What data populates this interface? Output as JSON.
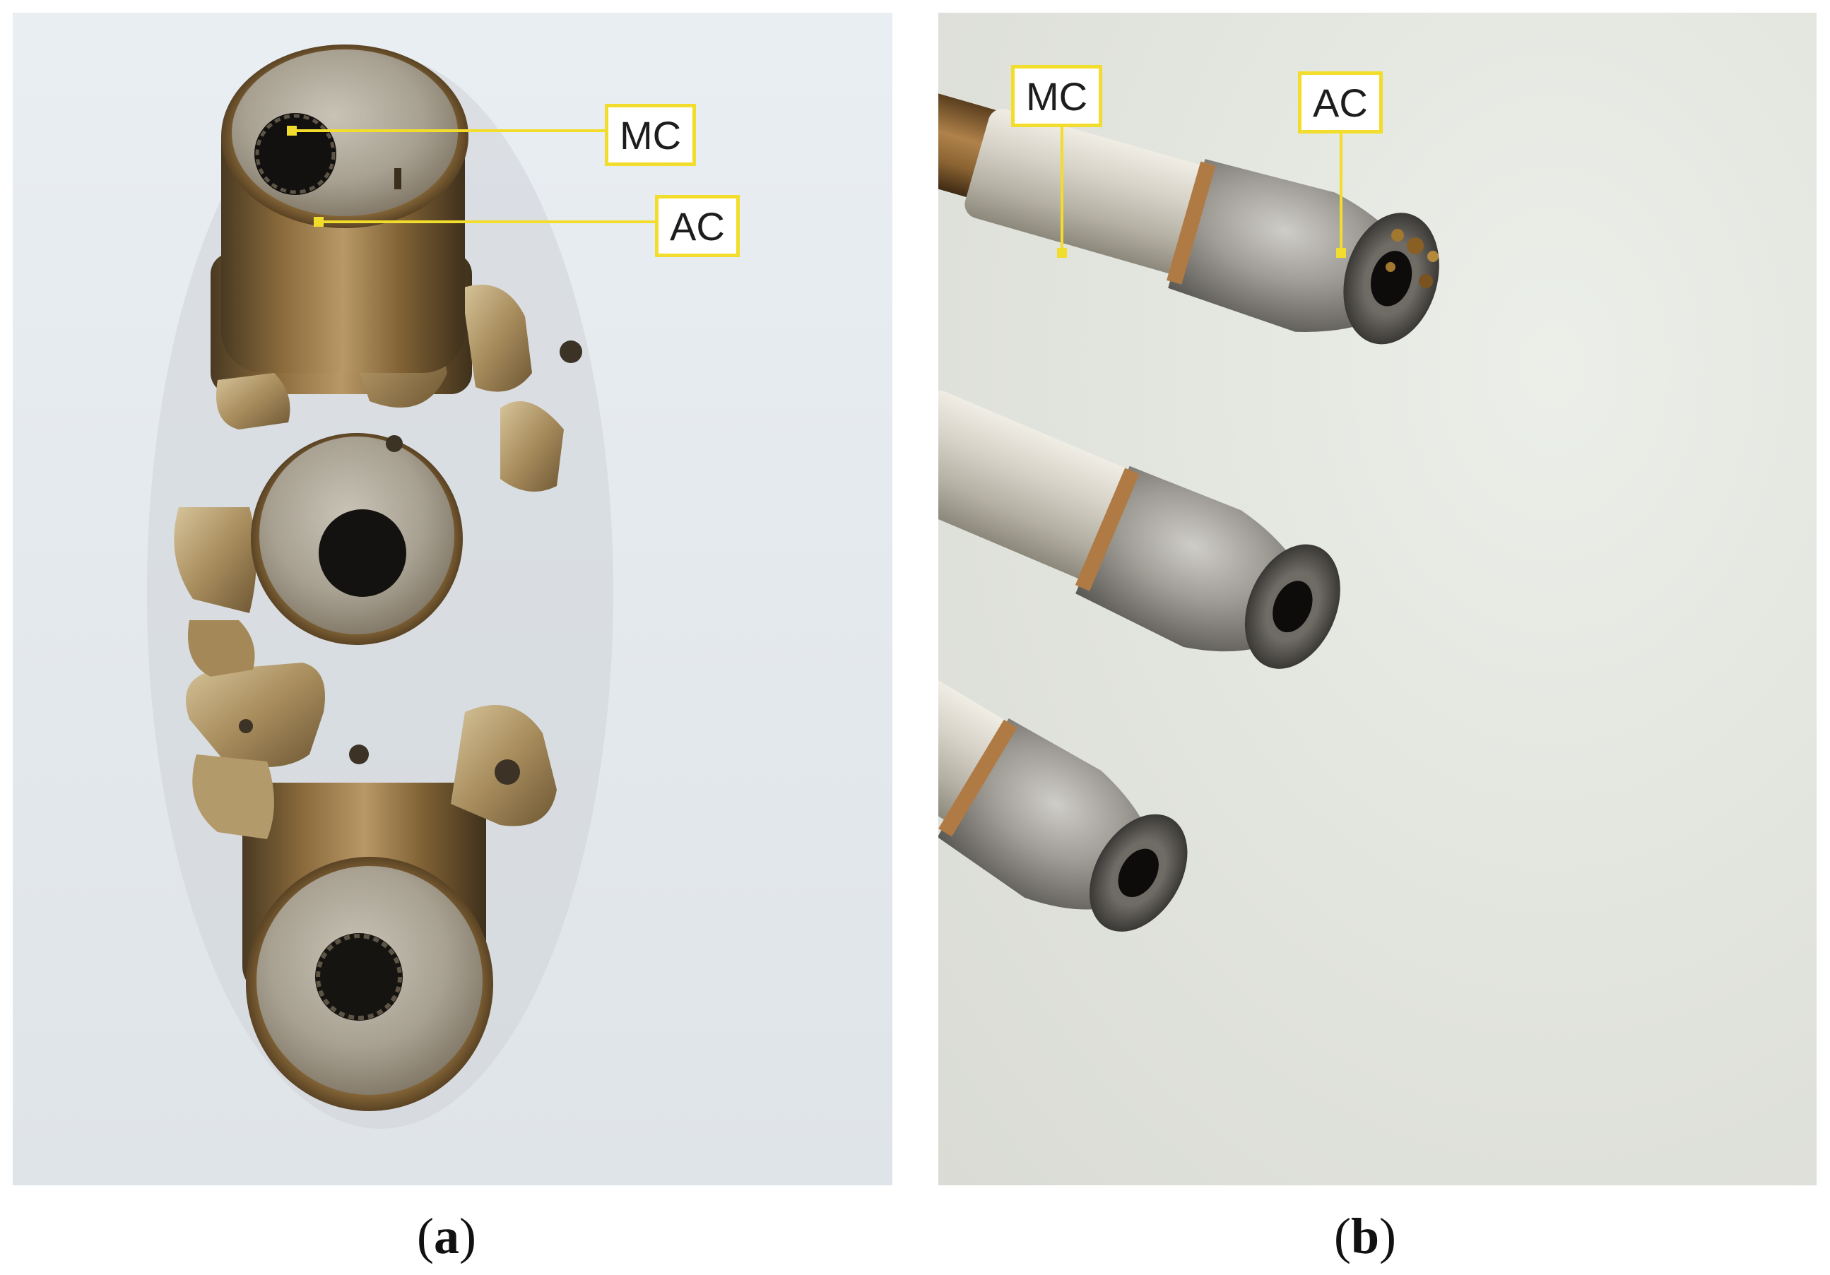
{
  "figure": {
    "panels": [
      {
        "id": "a",
        "caption_open": "(",
        "caption_letter": "a",
        "caption_close": ")",
        "labels": [
          "MC",
          "AC"
        ]
      },
      {
        "id": "b",
        "caption_open": "(",
        "caption_letter": "b",
        "caption_close": ")",
        "labels": [
          "MC",
          "AC"
        ]
      }
    ]
  },
  "colors": {
    "callout_border": "#f2dc2c",
    "callout_fill": "#ffffff",
    "background_a": "#e6ebef",
    "background_b": "#e3e5df",
    "bronze": "#8a6a3a",
    "steel": "#9a9894"
  }
}
